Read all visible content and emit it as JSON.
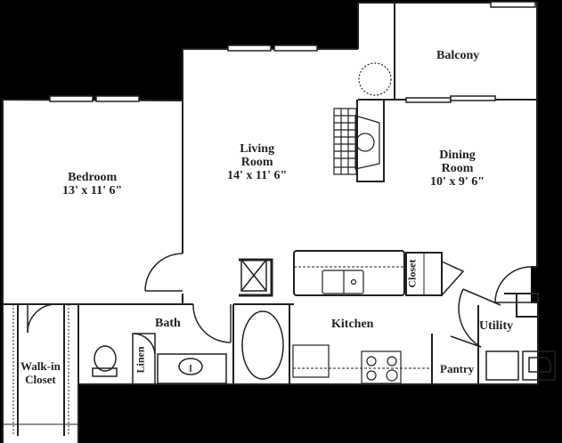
{
  "floorplan": {
    "background": "#000000",
    "floor_color": "#ffffff",
    "line_color": "#231f20",
    "rooms": [
      {
        "id": "bedroom",
        "name": "Bedroom",
        "dims": "13' x 11' 6\""
      },
      {
        "id": "living",
        "name_line1": "Living",
        "name_line2": "Room",
        "dims": "14' x 11' 6\""
      },
      {
        "id": "dining",
        "name_line1": "Dining",
        "name_line2": "Room",
        "dims": "10' x 9' 6\""
      },
      {
        "id": "balcony",
        "name": "Balcony"
      },
      {
        "id": "bath",
        "name": "Bath"
      },
      {
        "id": "kitchen",
        "name": "Kitchen"
      },
      {
        "id": "utility",
        "name": "Utility"
      },
      {
        "id": "pantry",
        "name": "Pantry"
      },
      {
        "id": "walkin",
        "name_line1": "Walk-in",
        "name_line2": "Closet"
      },
      {
        "id": "linen",
        "name": "Linen"
      },
      {
        "id": "closet",
        "name": "Closet"
      }
    ],
    "fixtures": [
      "window-icon",
      "fireplace-icon",
      "hearth-tile-icon",
      "ac-unit-icon",
      "shower-icon",
      "bathtub-icon",
      "toilet-icon",
      "sink-icon",
      "double-sink-icon",
      "stove-icon",
      "refrigerator-icon",
      "washer-icon",
      "dryer-icon",
      "door-swing-icon"
    ]
  }
}
